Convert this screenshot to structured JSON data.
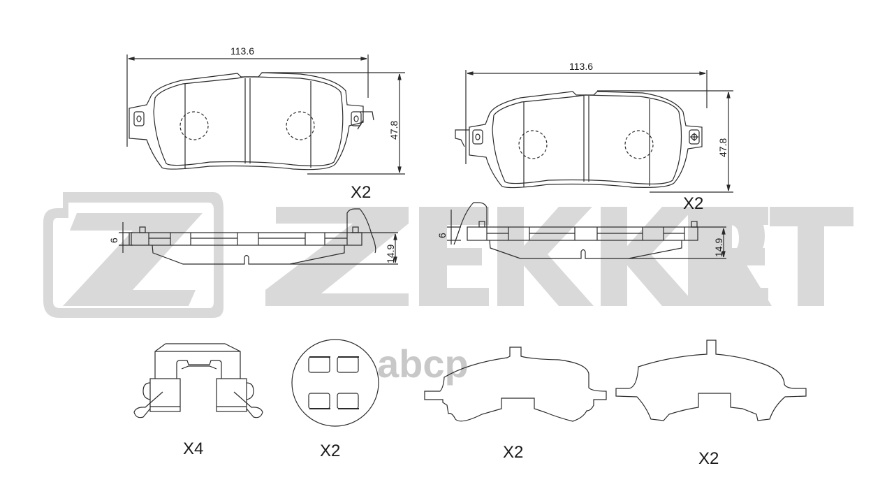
{
  "watermark": {
    "brand": "ZEKKERT",
    "secondary": "abcp",
    "color": "#d9d9d9",
    "secondary_color": "#c8c8c8"
  },
  "pads": [
    {
      "id": "pad-left",
      "width_dim": "113.6",
      "height_dim": "47.8",
      "thickness_dim": "6",
      "total_thickness_dim": "14.9",
      "quantity": "X2"
    },
    {
      "id": "pad-right",
      "width_dim": "113.6",
      "height_dim": "47.8",
      "thickness_dim": "6",
      "total_thickness_dim": "14.9",
      "quantity": "X2"
    }
  ],
  "accessories": [
    {
      "name": "guide-clip",
      "quantity": "X4"
    },
    {
      "name": "anti-rattle-clip-set",
      "quantity": "X2"
    },
    {
      "name": "shim-plate-a",
      "quantity": "X2"
    },
    {
      "name": "shim-plate-b",
      "quantity": "X2"
    }
  ],
  "colors": {
    "line": "#2a2a2a",
    "background": "#ffffff"
  }
}
